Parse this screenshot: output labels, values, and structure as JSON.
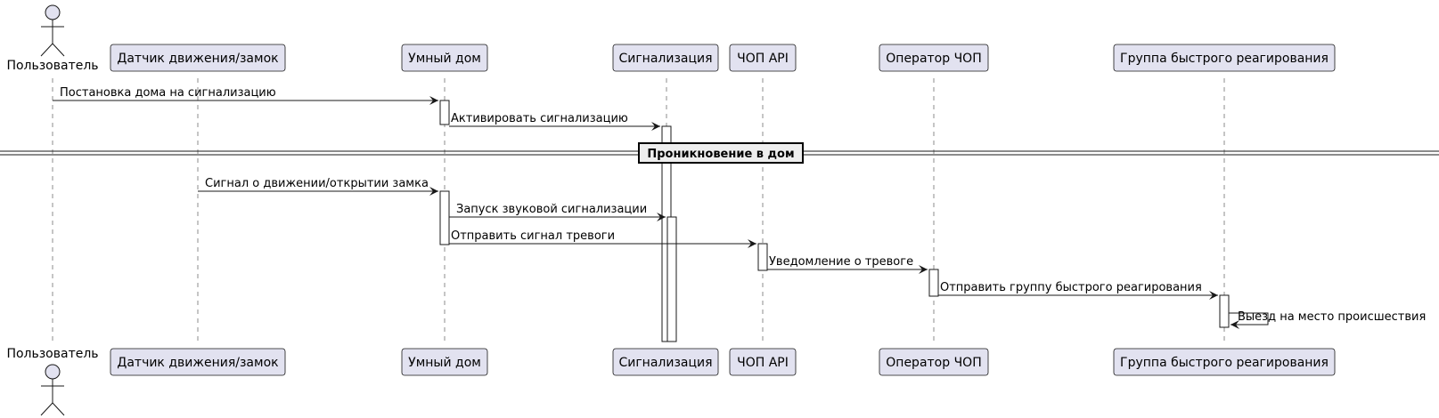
{
  "colors": {
    "participant_fill": "#E2E2F0",
    "participant_border": "#181818",
    "line": "#181818",
    "activation_fill": "#FFFFFF",
    "divider_fill": "#EEEEEE"
  },
  "participants": [
    {
      "name": "Пользователь",
      "kind": "actor"
    },
    {
      "name": "Датчик движения/замок",
      "kind": "participant"
    },
    {
      "name": "Умный дом",
      "kind": "participant"
    },
    {
      "name": "Сигнализация",
      "kind": "participant"
    },
    {
      "name": "ЧОП API",
      "kind": "participant"
    },
    {
      "name": "Оператор ЧОП",
      "kind": "participant"
    },
    {
      "name": "Группа быстрого реагирования",
      "kind": "participant"
    }
  ],
  "divider": {
    "label": "Проникновение в дом"
  },
  "messages": [
    {
      "label": "Постановка дома на сигнализацию",
      "from": 0,
      "to": 2
    },
    {
      "label": "Активировать сигнализацию",
      "from": 2,
      "to": 3
    },
    {
      "label": "Сигнал о движении/открытии замка",
      "from": 1,
      "to": 2
    },
    {
      "label": "Запуск звуковой сигнализации",
      "from": 2,
      "to": 3
    },
    {
      "label": "Отправить сигнал тревоги",
      "from": 2,
      "to": 4
    },
    {
      "label": "Уведомление о тревоге",
      "from": 4,
      "to": 5
    },
    {
      "label": "Отправить группу быстрого реагирования",
      "from": 5,
      "to": 6
    },
    {
      "label": "Выезд на место происшествия",
      "from": 6,
      "to": 6
    }
  ]
}
